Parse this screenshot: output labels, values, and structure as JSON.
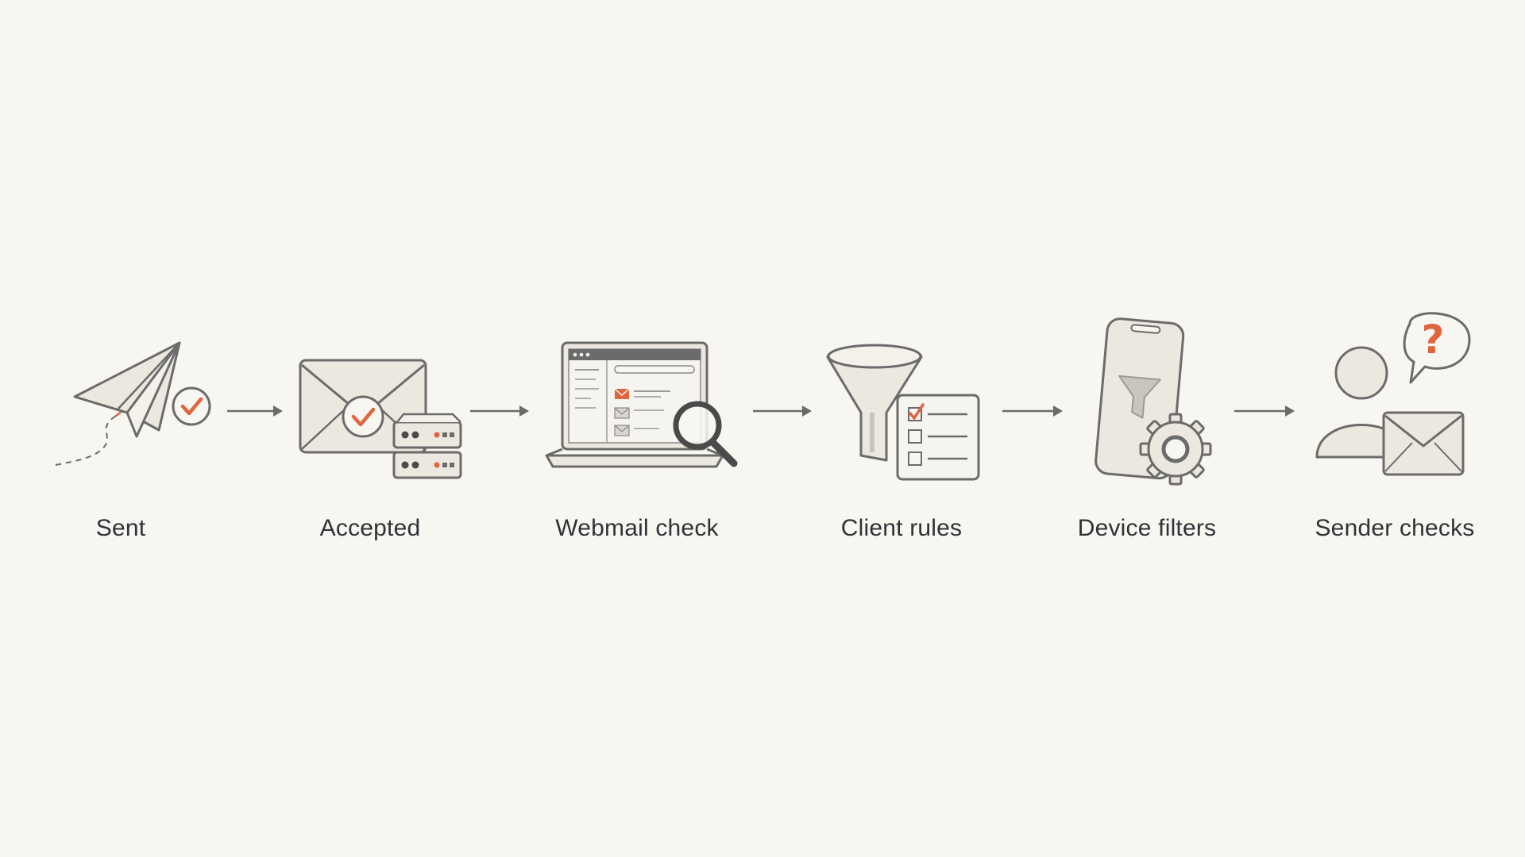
{
  "colors": {
    "background": "#f8f6f1",
    "line": "#6b6b6b",
    "fill": "#ece8df",
    "accent": "#e0653f",
    "label": "#2f3237"
  },
  "steps": [
    {
      "label": "Sent",
      "icon": "paper-plane-check-icon"
    },
    {
      "label": "Accepted",
      "icon": "envelope-server-check-icon"
    },
    {
      "label": "Webmail check",
      "icon": "laptop-inbox-magnifier-icon"
    },
    {
      "label": "Client rules",
      "icon": "funnel-checklist-icon"
    },
    {
      "label": "Device filters",
      "icon": "phone-filter-gear-icon"
    },
    {
      "label": "Sender checks",
      "icon": "person-envelope-question-icon"
    }
  ],
  "connectors": [
    {
      "from": "Sent",
      "to": "Accepted"
    },
    {
      "from": "Accepted",
      "to": "Webmail check"
    },
    {
      "from": "Webmail check",
      "to": "Client rules"
    },
    {
      "from": "Client rules",
      "to": "Device filters"
    },
    {
      "from": "Device filters",
      "to": "Sender checks"
    }
  ]
}
